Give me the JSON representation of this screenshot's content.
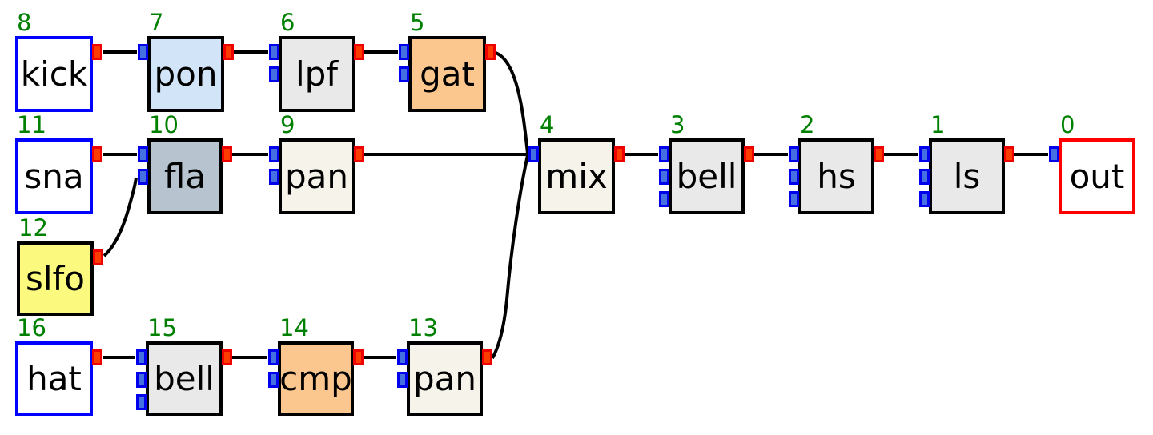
{
  "nodes": [
    {
      "id": "8",
      "label": "kick"
    },
    {
      "id": "7",
      "label": "pon"
    },
    {
      "id": "6",
      "label": "lpf"
    },
    {
      "id": "5",
      "label": "gat"
    },
    {
      "id": "11",
      "label": "sna"
    },
    {
      "id": "10",
      "label": "fla"
    },
    {
      "id": "9",
      "label": "pan"
    },
    {
      "id": "4",
      "label": "mix"
    },
    {
      "id": "3",
      "label": "bell"
    },
    {
      "id": "2",
      "label": "hs"
    },
    {
      "id": "1",
      "label": "ls"
    },
    {
      "id": "0",
      "label": "out"
    },
    {
      "id": "12",
      "label": "slfo"
    },
    {
      "id": "16",
      "label": "hat"
    },
    {
      "id": "15",
      "label": "bell"
    },
    {
      "id": "14",
      "label": "cmp"
    },
    {
      "id": "13",
      "label": "pan"
    }
  ],
  "connections": [
    {
      "from_id": "8",
      "from": "kick",
      "to_id": "7",
      "to": "pon",
      "to_input": 1
    },
    {
      "from_id": "7",
      "from": "pon",
      "to_id": "6",
      "to": "lpf",
      "to_input": 1
    },
    {
      "from_id": "6",
      "from": "lpf",
      "to_id": "5",
      "to": "gat",
      "to_input": 1
    },
    {
      "from_id": "5",
      "from": "gat",
      "to_id": "4",
      "to": "mix",
      "to_input": 1
    },
    {
      "from_id": "11",
      "from": "sna",
      "to_id": "10",
      "to": "fla",
      "to_input": 1
    },
    {
      "from_id": "12",
      "from": "slfo",
      "to_id": "10",
      "to": "fla",
      "to_input": 2
    },
    {
      "from_id": "10",
      "from": "fla",
      "to_id": "9",
      "to": "pan",
      "to_input": 1
    },
    {
      "from_id": "9",
      "from": "pan",
      "to_id": "4",
      "to": "mix",
      "to_input": 1
    },
    {
      "from_id": "4",
      "from": "mix",
      "to_id": "3",
      "to": "bell",
      "to_input": 1
    },
    {
      "from_id": "3",
      "from": "bell",
      "to_id": "2",
      "to": "hs",
      "to_input": 1
    },
    {
      "from_id": "2",
      "from": "hs",
      "to_id": "1",
      "to": "ls",
      "to_input": 1
    },
    {
      "from_id": "1",
      "from": "ls",
      "to_id": "0",
      "to": "out",
      "to_input": 1
    },
    {
      "from_id": "16",
      "from": "hat",
      "to_id": "15",
      "to": "bell",
      "to_input": 1
    },
    {
      "from_id": "15",
      "from": "bell",
      "to_id": "14",
      "to": "cmp",
      "to_input": 1
    },
    {
      "from_id": "14",
      "from": "cmp",
      "to_id": "13",
      "to": "pan",
      "to_input": 1
    },
    {
      "from_id": "13",
      "from": "pan",
      "to_id": "4",
      "to": "mix",
      "to_input": 1
    }
  ],
  "colors": {
    "background": "#ffffff",
    "node_border": "#000000",
    "source_node_border": "#0000ff",
    "output_node_border": "#ff0000",
    "wire": "#000000",
    "input_port_fill": "#4470e2",
    "input_port_border": "#0000ee",
    "output_port_fill": "#ff3c00",
    "output_port_border": "#ee0000",
    "id_label": "#008000",
    "fill_white": "#ffffff",
    "fill_lightblue": "#d2e4f7",
    "fill_gray": "#e9e9e9",
    "fill_orange": "#fbc78f",
    "fill_bluegray": "#b7c4d0",
    "fill_cream": "#f6f3ea",
    "fill_yellow": "#fbf97e"
  }
}
